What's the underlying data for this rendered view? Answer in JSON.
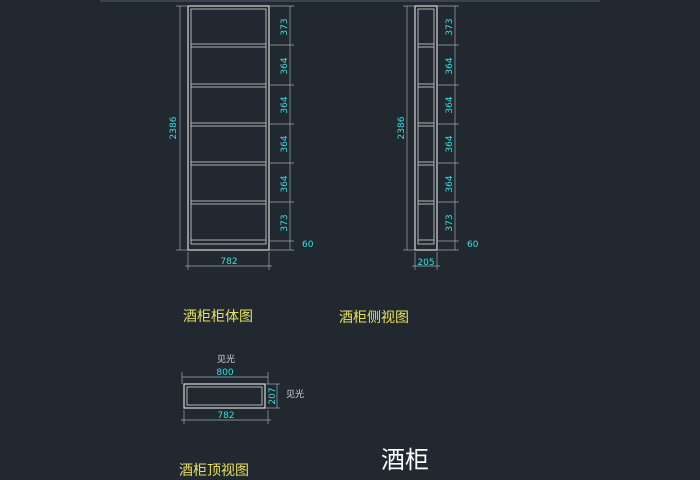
{
  "drawing": {
    "front_view": {
      "caption": "酒柜柜体图",
      "height_label": "2386",
      "width_label": "782",
      "shelf_dims": [
        "373",
        "364",
        "364",
        "364",
        "364",
        "373"
      ],
      "base_label": "60"
    },
    "side_view": {
      "caption": "酒柜侧视图",
      "height_label": "2386",
      "width_label": "205",
      "shelf_dims": [
        "373",
        "364",
        "364",
        "364",
        "364",
        "373"
      ],
      "base_label": "60"
    },
    "top_view": {
      "caption": "酒柜顶视图",
      "visible_label_top": "见光",
      "visible_label_side": "见光",
      "outer_width_label": "800",
      "inner_width_label": "782",
      "depth_label": "207"
    },
    "main_title": "酒柜"
  },
  "colors": {
    "background": "#212830",
    "lines": "#d8d8d8",
    "dim_text": "#33e0e0",
    "caption_text": "#e6e05a",
    "title_text": "#ffffff",
    "dim_lines": "#a0a8b0"
  }
}
